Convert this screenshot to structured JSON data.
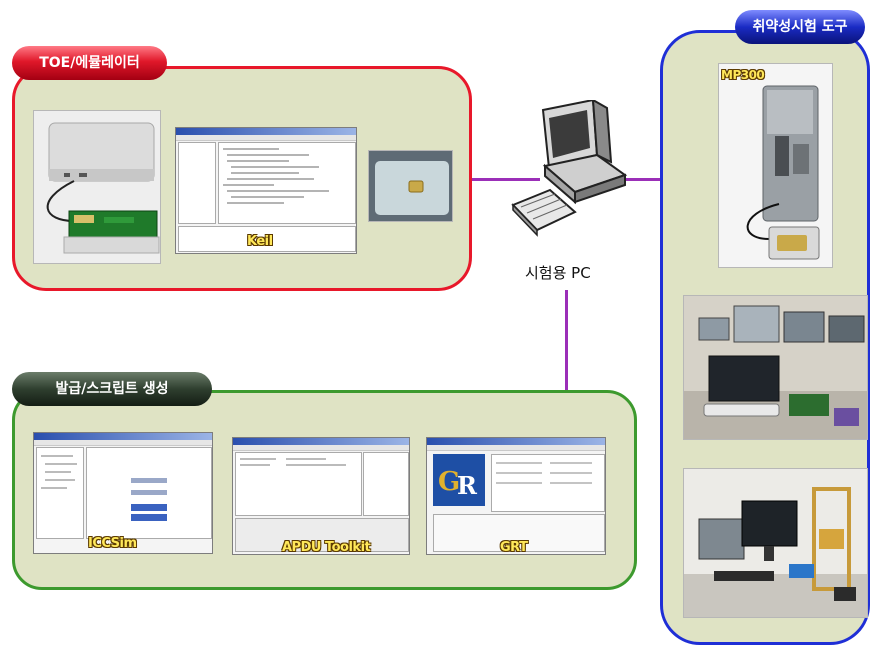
{
  "groups": {
    "toe": {
      "label": "TOE/에뮬레이터"
    },
    "issue": {
      "label": "발급/스크립트 생성"
    },
    "vuln": {
      "label": "취약성시험 도구"
    }
  },
  "pc": {
    "label": "시험용 PC"
  },
  "tools": {
    "keil": "Keil",
    "ccsim": "ICCSim",
    "apdu": "APDU Toolkit",
    "grt": "GRT",
    "mp300": "MP300"
  },
  "colors": {
    "toe_border": "#e8182a",
    "issue_border": "#3d9a2e",
    "vuln_border": "#1f2fd6",
    "connector": "#9b2fb8",
    "box_fill": "#dfe3c4"
  },
  "icons": [
    "desktop-computer-icon"
  ]
}
